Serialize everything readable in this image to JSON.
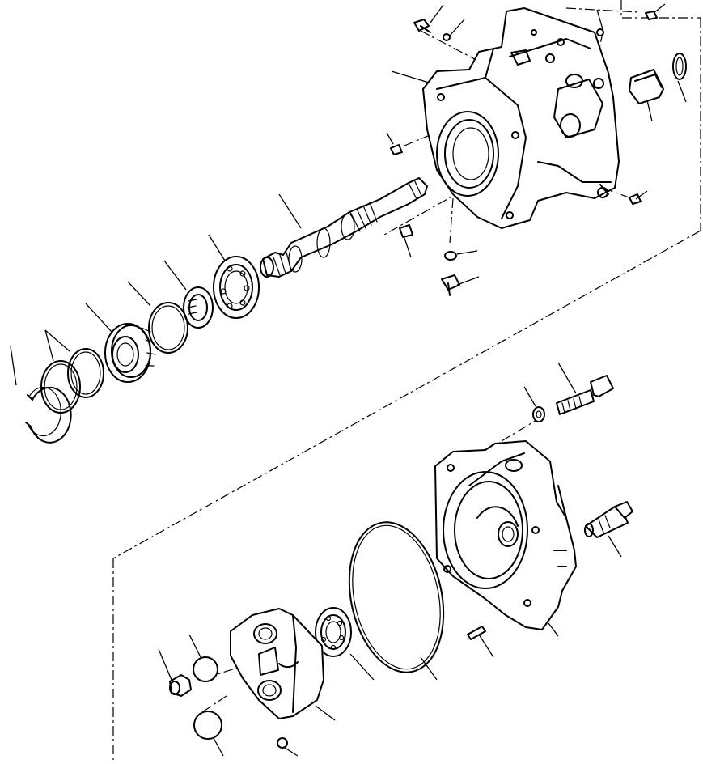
{
  "diagram": {
    "kind": "exploded-parts-view",
    "text_labels": [],
    "groups": [
      {
        "id": "upper-assembly",
        "parts": [
          "pump-housing",
          "drive-shaft",
          "roller-bearing",
          "bearing-spacer",
          "o-ring",
          "oil-seal",
          "snap-ring",
          "retaining-ring",
          "bushing-plug",
          "housing-bolts",
          "orifice-plugs"
        ]
      },
      {
        "id": "lower-assembly",
        "parts": [
          "end-cap-housing",
          "cap-bolt",
          "washer",
          "sensor-valve",
          "dowel-pin",
          "large-o-ring",
          "ball-bearing",
          "valve-plate",
          "steel-balls",
          "plug",
          "small-ball"
        ]
      }
    ]
  }
}
